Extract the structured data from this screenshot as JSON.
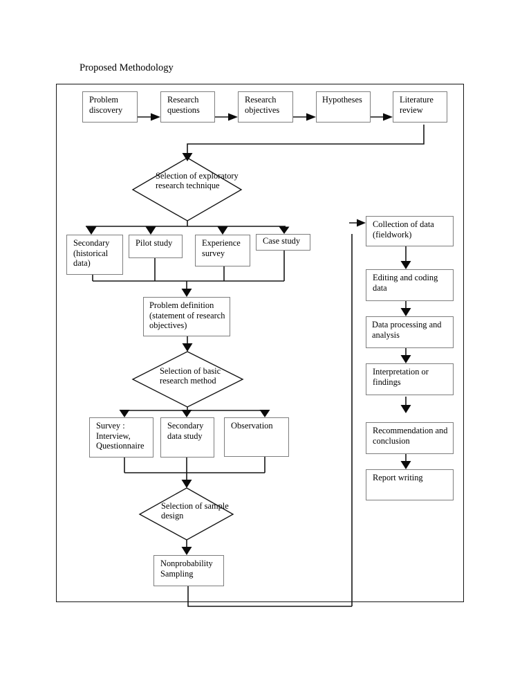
{
  "title": "Proposed Methodology",
  "nodes": {
    "top_row": [
      "Problem discovery",
      "Research questions",
      "Research objectives",
      "Hypotheses",
      "Literature review"
    ],
    "diamond_exploratory": "Selection of exploratory research technique",
    "exploratory_row": [
      "Secondary (historical data)",
      "Pilot study",
      "Experience survey",
      "Case study"
    ],
    "problem_definition": "Problem definition (statement of research objectives)",
    "diamond_basic": "Selection of basic research method",
    "method_row": [
      "Survey : Interview, Questionnaire",
      "Secondary data study",
      "Observation"
    ],
    "diamond_sample": "Selection of sample design",
    "nonprobability": "Nonprobability Sampling",
    "right_column": [
      "Collection of data (fieldwork)",
      "Editing and coding data",
      "Data processing and analysis",
      "Interpretation or findings",
      "Recommendation and conclusion",
      "Report writing"
    ]
  },
  "colors": {
    "background": "#ffffff",
    "line": "#151515",
    "box_border": "#7d7d7d",
    "text": "#000000"
  }
}
